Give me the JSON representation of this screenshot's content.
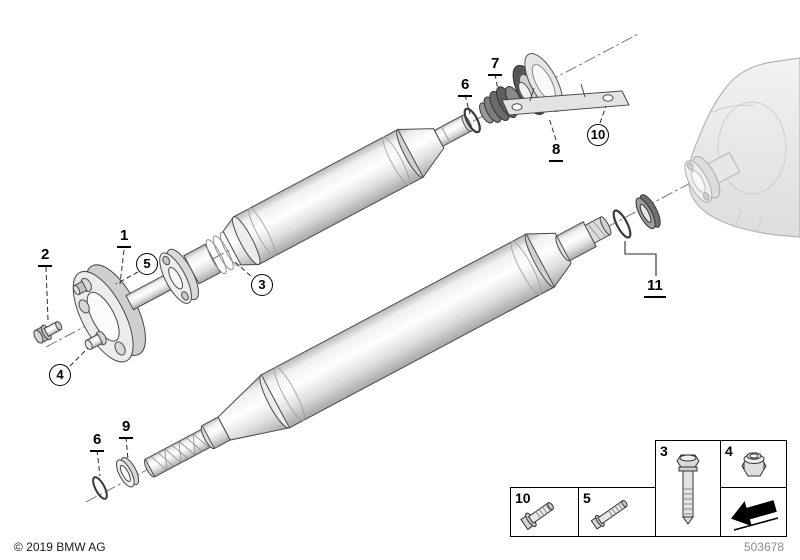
{
  "meta": {
    "copyright": "© 2019 BMW AG",
    "diagram_number": "503678"
  },
  "callouts": {
    "n1": "1",
    "n2": "2",
    "n3": "3",
    "n4": "4",
    "n5": "5",
    "n6_top": "6",
    "n7": "7",
    "n8": "8",
    "n6_bottom": "6",
    "n9": "9",
    "n10": "10",
    "n11": "11"
  },
  "legend": {
    "cell_3": {
      "label": "3",
      "icon": "hex-bolt-long"
    },
    "cell_4": {
      "label": "4",
      "icon": "self-locking-nut"
    },
    "cell_10": {
      "label": "10",
      "icon": "hex-flange-bolt"
    },
    "cell_5": {
      "label": "5",
      "icon": "hex-bolt"
    },
    "cell_arrow": {
      "icon": "installation-direction-arrow"
    }
  },
  "colors": {
    "line": "#4a4a4a",
    "faded_part": "#b5b5b5",
    "callout_text": "#000000"
  }
}
